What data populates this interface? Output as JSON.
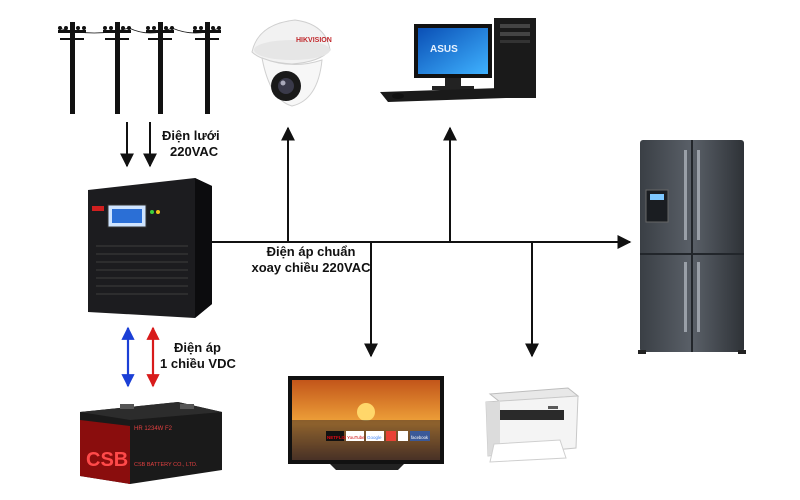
{
  "labels": {
    "grid_line1": "Điện lưới",
    "grid_line2": "220VAC",
    "ac_line1": "Điện áp chuẩn",
    "ac_line2": "xoay chiều 220VAC",
    "dc_line1": "Điện áp",
    "dc_line2": "1 chiều VDC"
  },
  "branding": {
    "camera": "HIKVISION",
    "pc": "ASUS",
    "battery": "CSB",
    "battery_model": "HR 1234W F2",
    "battery_company": "CSB BATTERY CO., LTD.",
    "tv_apps": [
      "NETFLIX",
      "YouTube",
      "Google",
      "",
      "",
      "facebook"
    ]
  },
  "colors": {
    "arrow": "#111111",
    "dc_up": "#1b3fd6",
    "dc_down": "#d81b1b",
    "battery_brand": "#d01f1f"
  },
  "icons": [
    "utility-pole-icon",
    "security-camera-icon",
    "desktop-computer-icon",
    "refrigerator-icon",
    "ups-icon",
    "battery-icon",
    "television-icon",
    "printer-icon"
  ]
}
